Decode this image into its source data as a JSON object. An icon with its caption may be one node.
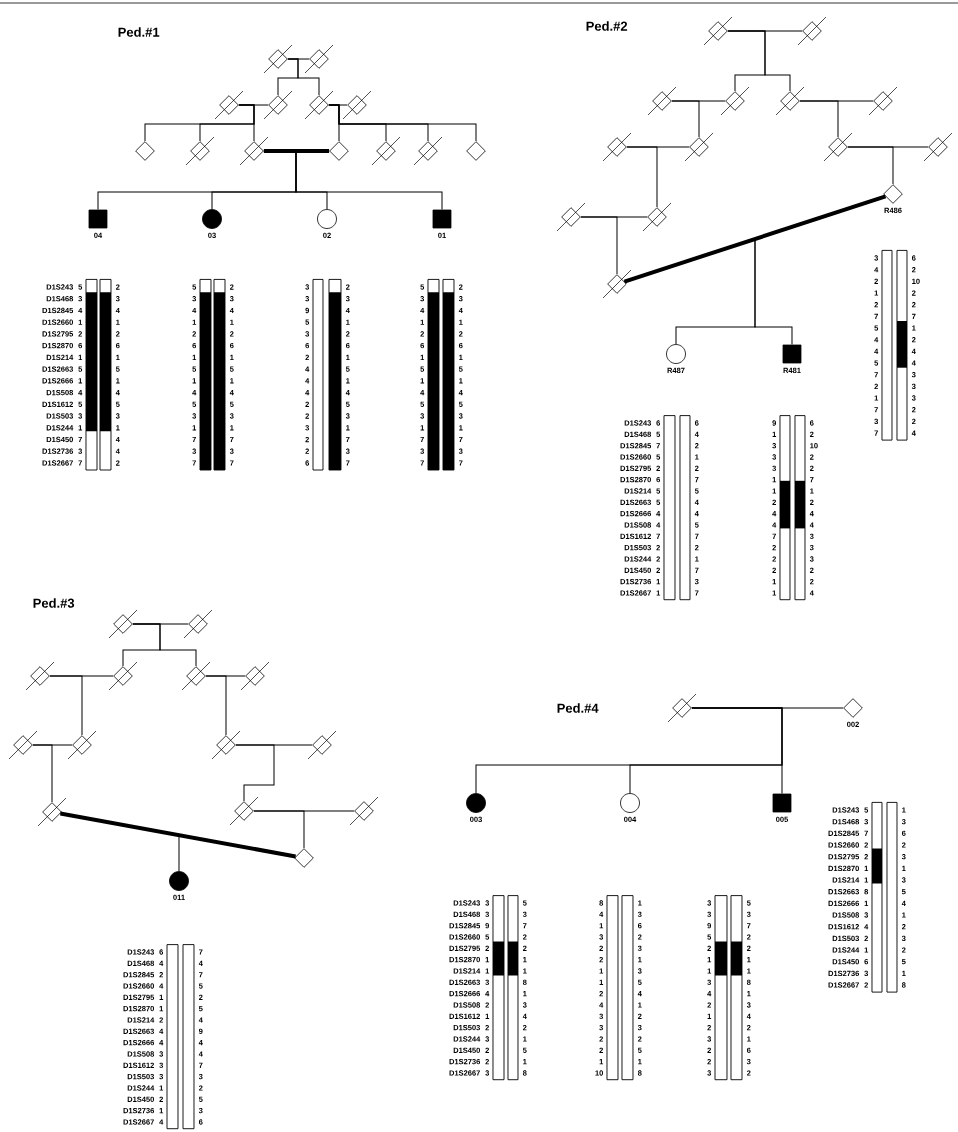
{
  "diagram": {
    "nodes": [
      {
        "text": [],
        "shape": "diamond"
      },
      {
        "text": [],
        "shape": "diamond"
      },
      {
        "text": [],
        "shape": "diamond"
      },
      {
        "text": [],
        "shape": "diamond"
      },
      {
        "text": [],
        "shape": "diamond"
      },
      {
        "text": [],
        "shape": "diamond"
      },
      {
        "text": [],
        "shape": "diamond"
      },
      {
        "text": [],
        "shape": "diamond"
      },
      {
        "text": [],
        "shape": "diamond"
      },
      {
        "text": [],
        "shape": "diamond"
      },
      {
        "text": [],
        "shape": "diamond"
      },
      {
        "text": [],
        "shape": "diamond"
      },
      {
        "text": [],
        "shape": "diamond"
      },
      {
        "text": [
          "04"
        ]
      },
      {
        "text": [
          "03"
        ]
      },
      {
        "text": [
          "02"
        ]
      },
      {
        "text": [
          "01"
        ]
      },
      {
        "text": [],
        "shape": "diamond"
      },
      {
        "text": [],
        "shape": "diamond"
      },
      {
        "text": [],
        "shape": "diamond"
      },
      {
        "text": [],
        "shape": "diamond"
      },
      {
        "text": [],
        "shape": "diamond"
      },
      {
        "text": [],
        "shape": "diamond"
      },
      {
        "text": [],
        "shape": "diamond"
      },
      {
        "text": [],
        "shape": "diamond"
      },
      {
        "text": [],
        "shape": "diamond"
      },
      {
        "text": [],
        "shape": "diamond"
      },
      {
        "text": [],
        "shape": "diamond"
      },
      {
        "text": [],
        "shape": "diamond"
      },
      {
        "text": [],
        "shape": "diamond"
      },
      {
        "text": [
          "R486"
        ]
      },
      {
        "text": [
          "R487"
        ]
      },
      {
        "text": [
          "R481"
        ]
      },
      {
        "text": [],
        "shape": "diamond"
      },
      {
        "text": [],
        "shape": "diamond"
      },
      {
        "text": [],
        "shape": "diamond"
      },
      {
        "text": [],
        "shape": "diamond"
      },
      {
        "text": [],
        "shape": "diamond"
      },
      {
        "text": [],
        "shape": "diamond"
      },
      {
        "text": [],
        "shape": "diamond"
      },
      {
        "text": [],
        "shape": "diamond"
      },
      {
        "text": [],
        "shape": "diamond"
      },
      {
        "text": [],
        "shape": "diamond"
      },
      {
        "text": [],
        "shape": "diamond"
      },
      {
        "text": [],
        "shape": "diamond"
      },
      {
        "text": [],
        "shape": "diamond"
      },
      {
        "text": [],
        "shape": "diamond"
      },
      {
        "text": [
          "011"
        ]
      },
      {
        "text": [],
        "shape": "diamond"
      },
      {
        "text": [
          "002"
        ]
      },
      {
        "text": [
          "003"
        ]
      },
      {
        "text": [
          "004"
        ]
      },
      {
        "text": [
          "005"
        ]
      }
    ],
    "edges": [
      {
        "from": 0,
        "to": 1,
        "arrow": "none"
      },
      {
        "from": 0,
        "to": 3,
        "arrow": "none"
      },
      {
        "from": 0,
        "to": 4,
        "arrow": "none"
      },
      {
        "from": 2,
        "to": 3,
        "arrow": "none"
      },
      {
        "from": 2,
        "to": 6,
        "arrow": "none"
      },
      {
        "from": 2,
        "to": 7,
        "arrow": "none"
      },
      {
        "from": 2,
        "to": 8,
        "arrow": "none"
      },
      {
        "from": 4,
        "to": 5,
        "arrow": "none"
      },
      {
        "from": 4,
        "to": 9,
        "arrow": "none"
      },
      {
        "from": 4,
        "to": 10,
        "arrow": "none"
      },
      {
        "from": 4,
        "to": 11,
        "arrow": "none"
      },
      {
        "from": 4,
        "to": 12,
        "arrow": "none"
      },
      {
        "from": 8,
        "to": 9,
        "arrow": "none",
        "style": "thick"
      },
      {
        "from": 8,
        "to": 13,
        "arrow": "none"
      },
      {
        "from": 8,
        "to": 14,
        "arrow": "none"
      },
      {
        "from": 8,
        "to": 15,
        "arrow": "none"
      },
      {
        "from": 8,
        "to": 16,
        "arrow": "none"
      },
      {
        "from": 17,
        "to": 18,
        "arrow": "none"
      },
      {
        "from": 17,
        "to": 20,
        "arrow": "none"
      },
      {
        "from": 17,
        "to": 21,
        "arrow": "none"
      },
      {
        "from": 19,
        "to": 20,
        "arrow": "none"
      },
      {
        "from": 19,
        "to": 24,
        "arrow": "none"
      },
      {
        "from": 21,
        "to": 22,
        "arrow": "none"
      },
      {
        "from": 21,
        "to": 25,
        "arrow": "none"
      },
      {
        "from": 23,
        "to": 24,
        "arrow": "none"
      },
      {
        "from": 23,
        "to": 28,
        "arrow": "none"
      },
      {
        "from": 25,
        "to": 26,
        "arrow": "none"
      },
      {
        "from": 25,
        "to": 30,
        "arrow": "none"
      },
      {
        "from": 27,
        "to": 28,
        "arrow": "none"
      },
      {
        "from": 27,
        "to": 29,
        "arrow": "none"
      },
      {
        "from": 29,
        "to": 30,
        "arrow": "none",
        "style": "thick"
      },
      {
        "from": 29,
        "to": 31,
        "arrow": "none"
      },
      {
        "from": 29,
        "to": 32,
        "arrow": "none"
      },
      {
        "from": 33,
        "to": 34,
        "arrow": "none"
      },
      {
        "from": 33,
        "to": 36,
        "arrow": "none"
      },
      {
        "from": 33,
        "to": 37,
        "arrow": "none"
      },
      {
        "from": 35,
        "to": 36,
        "arrow": "none"
      },
      {
        "from": 35,
        "to": 40,
        "arrow": "none"
      },
      {
        "from": 37,
        "to": 38,
        "arrow": "none"
      },
      {
        "from": 37,
        "to": 41,
        "arrow": "none"
      },
      {
        "from": 39,
        "to": 40,
        "arrow": "none"
      },
      {
        "from": 39,
        "to": 43,
        "arrow": "none"
      },
      {
        "from": 41,
        "to": 42,
        "arrow": "none"
      },
      {
        "from": 41,
        "to": 44,
        "arrow": "none"
      },
      {
        "from": 44,
        "to": 45,
        "arrow": "none"
      },
      {
        "from": 44,
        "to": 46,
        "arrow": "none"
      },
      {
        "from": 43,
        "to": 46,
        "arrow": "none",
        "style": "thick"
      },
      {
        "from": 43,
        "to": 47,
        "arrow": "none"
      },
      {
        "from": 48,
        "to": 49,
        "arrow": "none"
      },
      {
        "from": 48,
        "to": 50,
        "arrow": "none"
      },
      {
        "from": 48,
        "to": 51,
        "arrow": "none"
      },
      {
        "from": 48,
        "to": 52,
        "arrow": "none"
      }
    ],
    "labels": [
      "Ped.#1",
      "D1S243",
      "5",
      "2",
      "D1S468",
      "3",
      "3",
      "D1S2845",
      "4",
      "4",
      "D1S2660",
      "1",
      "1",
      "D1S2795",
      "2",
      "2",
      "D1S2870",
      "6",
      "6",
      "D1S214",
      "1",
      "1",
      "D1S2663",
      "5",
      "5",
      "D1S2666",
      "1",
      "1",
      "D1S508",
      "4",
      "4",
      "D1S1612",
      "5",
      "5",
      "D1S503",
      "3",
      "3",
      "D1S244",
      "1",
      "1",
      "D1S450",
      "7",
      "4",
      "D1S2736",
      "3",
      "4",
      "D1S2667",
      "7",
      "2",
      "5",
      "2",
      "3",
      "3",
      "4",
      "4",
      "1",
      "1",
      "2",
      "2",
      "6",
      "6",
      "1",
      "1",
      "5",
      "5",
      "1",
      "1",
      "4",
      "4",
      "5",
      "5",
      "3",
      "3",
      "1",
      "1",
      "7",
      "7",
      "3",
      "3",
      "7",
      "7",
      "3",
      "2",
      "3",
      "3",
      "9",
      "4",
      "5",
      "1",
      "3",
      "2",
      "6",
      "6",
      "2",
      "1",
      "4",
      "5",
      "4",
      "1",
      "4",
      "4",
      "2",
      "5",
      "2",
      "3",
      "3",
      "1",
      "2",
      "7",
      "2",
      "3",
      "6",
      "7",
      "5",
      "2",
      "3",
      "3",
      "4",
      "4",
      "1",
      "1",
      "2",
      "2",
      "6",
      "6",
      "1",
      "1",
      "5",
      "5",
      "1",
      "1",
      "4",
      "4",
      "5",
      "5",
      "3",
      "3",
      "1",
      "1",
      "7",
      "7",
      "3",
      "3",
      "7",
      "7",
      "Ped.#2",
      "3",
      "6",
      "4",
      "2",
      "2",
      "10",
      "1",
      "2",
      "2",
      "2",
      "7",
      "7",
      "5",
      "1",
      "4",
      "2",
      "4",
      "4",
      "5",
      "4",
      "7",
      "3",
      "2",
      "3",
      "1",
      "3",
      "7",
      "2",
      "3",
      "2",
      "7",
      "4",
      "D1S243",
      "6",
      "6",
      "D1S468",
      "5",
      "4",
      "D1S2845",
      "7",
      "2",
      "D1S2660",
      "5",
      "1",
      "D1S2795",
      "2",
      "2",
      "D1S2870",
      "6",
      "7",
      "D1S214",
      "5",
      "5",
      "D1S2663",
      "5",
      "4",
      "D1S2666",
      "4",
      "4",
      "D1S508",
      "4",
      "5",
      "D1S1612",
      "7",
      "7",
      "D1S503",
      "2",
      "2",
      "D1S244",
      "2",
      "1",
      "D1S450",
      "2",
      "7",
      "D1S2736",
      "1",
      "3",
      "D1S2667",
      "1",
      "7",
      "9",
      "6",
      "1",
      "2",
      "3",
      "10",
      "3",
      "2",
      "3",
      "2",
      "1",
      "7",
      "1",
      "1",
      "2",
      "2",
      "4",
      "4",
      "4",
      "4",
      "7",
      "3",
      "2",
      "3",
      "2",
      "3",
      "2",
      "2",
      "1",
      "2",
      "1",
      "4",
      "Ped.#3",
      "D1S243",
      "6",
      "7",
      "D1S468",
      "4",
      "4",
      "D1S2845",
      "2",
      "7",
      "D1S2660",
      "4",
      "5",
      "D1S2795",
      "1",
      "2",
      "D1S2870",
      "1",
      "5",
      "D1S214",
      "2",
      "4",
      "D1S2663",
      "4",
      "9",
      "D1S2666",
      "4",
      "4",
      "D1S508",
      "3",
      "4",
      "D1S1612",
      "3",
      "7",
      "D1S503",
      "3",
      "3",
      "D1S244",
      "1",
      "2",
      "D1S450",
      "2",
      "5",
      "D1S2736",
      "1",
      "3",
      "D1S2667",
      "4",
      "6",
      "Ped.#4",
      "D1S243",
      "5",
      "1",
      "D1S468",
      "3",
      "3",
      "D1S2845",
      "7",
      "6",
      "D1S2660",
      "2",
      "2",
      "D1S2795",
      "2",
      "3",
      "D1S2870",
      "1",
      "1",
      "D1S214",
      "1",
      "3",
      "D1S2663",
      "8",
      "5",
      "D1S2666",
      "1",
      "4",
      "D1S508",
      "3",
      "1",
      "D1S1612",
      "4",
      "2",
      "D1S503",
      "2",
      "3",
      "D1S244",
      "1",
      "2",
      "D1S450",
      "6",
      "5",
      "D1S2736",
      "3",
      "1",
      "D1S2667",
      "2",
      "8",
      "D1S243",
      "3",
      "5",
      "D1S468",
      "3",
      "3",
      "D1S2845",
      "9",
      "7",
      "D1S2660",
      "5",
      "2",
      "D1S2795",
      "2",
      "2",
      "D1S2870",
      "1",
      "1",
      "D1S214",
      "1",
      "1",
      "D1S2663",
      "3",
      "8",
      "D1S2666",
      "4",
      "1",
      "D1S508",
      "2",
      "3",
      "D1S1612",
      "1",
      "4",
      "D1S503",
      "2",
      "2",
      "D1S244",
      "3",
      "1",
      "D1S450",
      "2",
      "5",
      "D1S2736",
      "2",
      "1",
      "D1S2667",
      "3",
      "8",
      "8",
      "1",
      "4",
      "3",
      "1",
      "6",
      "3",
      "2",
      "2",
      "3",
      "2",
      "1",
      "1",
      "3",
      "1",
      "5",
      "2",
      "4",
      "4",
      "1",
      "3",
      "2",
      "3",
      "3",
      "2",
      "2",
      "2",
      "5",
      "1",
      "1",
      "10",
      "8",
      "3",
      "5",
      "3",
      "3",
      "9",
      "7",
      "5",
      "2",
      "2",
      "2",
      "1",
      "1",
      "1",
      "1",
      "3",
      "8",
      "4",
      "1",
      "2",
      "3",
      "1",
      "4",
      "2",
      "2",
      "3",
      "1",
      "2",
      "6",
      "2",
      "3",
      "3",
      "2"
    ]
  }
}
